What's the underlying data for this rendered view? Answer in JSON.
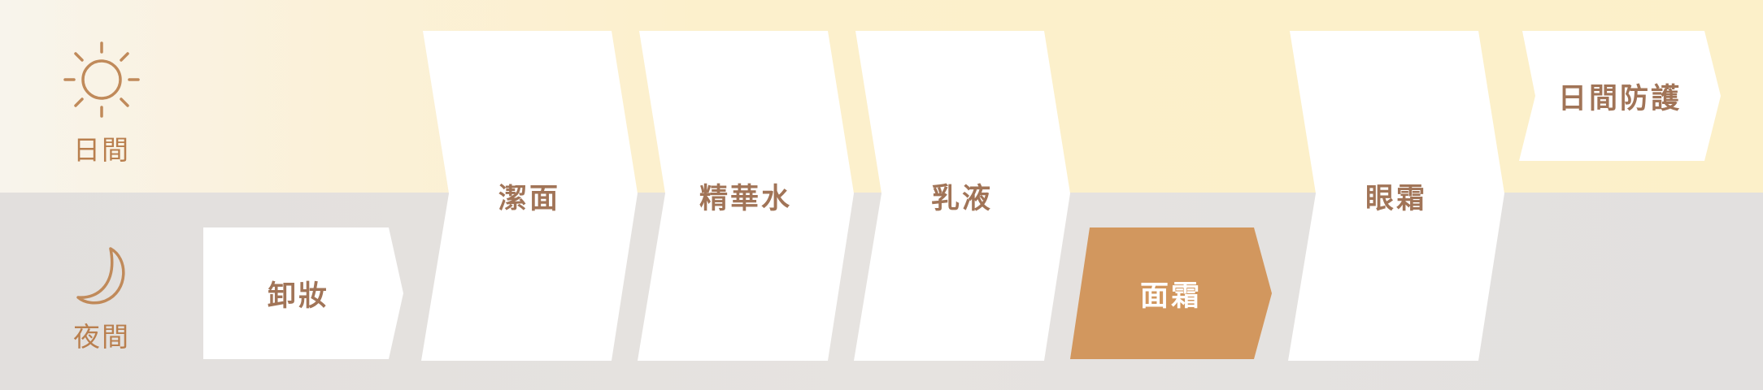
{
  "rows": {
    "day": {
      "label": "日間",
      "icon": "sun-icon"
    },
    "night": {
      "label": "夜間",
      "icon": "moon-icon"
    }
  },
  "steps": {
    "makeup_removal": "卸妝",
    "cleanser": "潔面",
    "essence": "精華水",
    "lotion": "乳液",
    "cream": "面霜",
    "eye_cream": "眼霜",
    "day_protection": "日間防護"
  },
  "colors": {
    "day_band": "#fcf0cc",
    "night_band": "#e4e1df",
    "step_white": "#ffffff",
    "step_accent": "#d2975e",
    "text_brown": "#a17457",
    "icon_brown": "#c08a5a"
  }
}
